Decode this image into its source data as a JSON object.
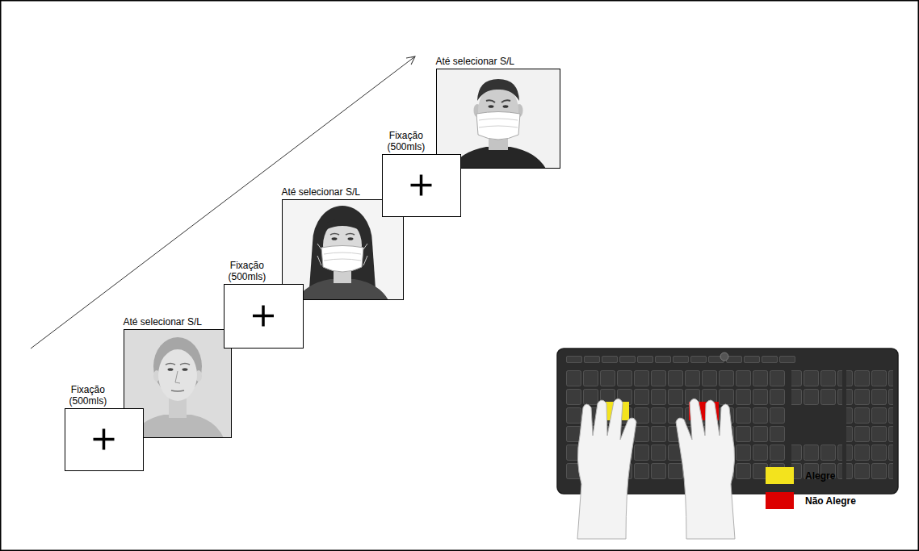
{
  "diagram": {
    "nodes": [
      {
        "text": [
          "Fixação (500mls)"
        ]
      },
      {
        "text": [
          "Até selecionar S/L"
        ]
      },
      {
        "text": [
          "Fixação (500mls)"
        ]
      },
      {
        "text": [
          "Até selecionar S/L"
        ]
      },
      {
        "text": [
          "Fixação (500mls)"
        ]
      },
      {
        "text": [
          "Até selecionar S/L"
        ]
      }
    ],
    "legend": [
      {
        "text": "Alegre",
        "color": "#f3e31d"
      },
      {
        "text": "Não Alegre",
        "color": "#dc0000"
      }
    ]
  }
}
